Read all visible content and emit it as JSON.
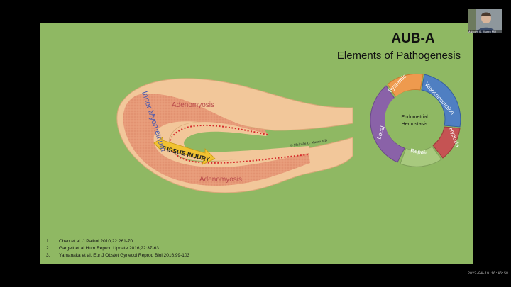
{
  "slide": {
    "title": "AUB-A",
    "subtitle": "Elements of Pathogenesis",
    "labels": {
      "adenomyosis_top": "Adenomyosis",
      "adenomyosis_bottom": "Adenomyosis",
      "inner_myometrium": "Inner Myometrium",
      "tissue_injury": "TISSUE INJURY",
      "signature": "© Malcolm G. Munro MD"
    },
    "wheel": {
      "center_line1": "Endometrial",
      "center_line2": "Hemostasis",
      "segments": [
        "Systemic",
        "Vasoconstriction",
        "Hypoxia",
        "Repair",
        "Local"
      ],
      "colors": {
        "systemic": "#ee9a4e",
        "vasoconstriction": "#4f7fc2",
        "hypoxia": "#c55353",
        "repair": "#a8c97e",
        "local": "#8a62a8"
      }
    },
    "references": [
      {
        "num": "1.",
        "text": "Chen et al. J Pathol 2010;22:261-70"
      },
      {
        "num": "2.",
        "text": "Gargett et al Hum Reprod Update 2016;22:37-63"
      },
      {
        "num": "3.",
        "text": "Yamanaka et al. Eur J Obstet Gynecol Reprod Biol 2016:99-103"
      }
    ]
  },
  "participant": {
    "name": "Malcolm G. Munro MD"
  },
  "timestamp": "2023-04-19 16:46:58"
}
